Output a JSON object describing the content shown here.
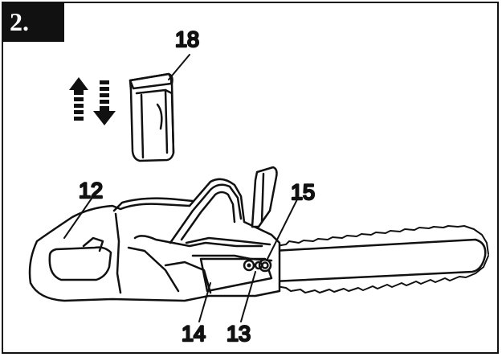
{
  "step": {
    "label": "2."
  },
  "callouts": {
    "c18": "18",
    "c12": "12",
    "c15": "15",
    "c14": "14",
    "c13": "13"
  },
  "icons": [
    "battery-icon",
    "insert-remove-arrows-icon",
    "chainsaw-icon"
  ]
}
